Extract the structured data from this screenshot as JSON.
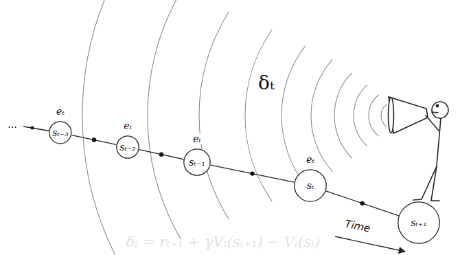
{
  "diagram": {
    "caption": "δₜ = rₜ₊₁ + γVₜ(sₜ₊₁) − Vₜ(sₜ)",
    "nodes": [
      {
        "text": [
          "eₜ",
          "sₜ₋₃"
        ]
      },
      {
        "text": [
          "eₜ",
          "sₜ₋₂"
        ]
      },
      {
        "text": [
          "eₜ",
          "sₜ₋₁"
        ]
      },
      {
        "text": [
          "eₜ",
          "sₜ"
        ]
      },
      {
        "text": [
          "sₜ₊₁"
        ]
      }
    ],
    "edges": [
      {
        "from": 0,
        "to": 1,
        "arrow": "none"
      },
      {
        "from": 1,
        "to": 2,
        "arrow": "none"
      },
      {
        "from": 2,
        "to": 3,
        "arrow": "none"
      },
      {
        "from": 3,
        "to": 4,
        "arrow": "none"
      }
    ],
    "labels": [
      "...",
      "δₜ",
      "Time"
    ]
  }
}
